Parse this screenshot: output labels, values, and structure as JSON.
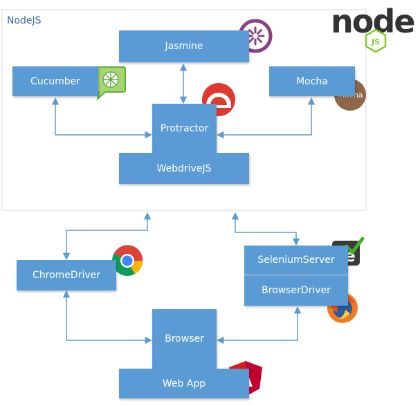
{
  "container": {
    "label": "NodeJS"
  },
  "nodes": {
    "jasmine": "Jasmine",
    "cucumber": "Cucumber",
    "mocha": "Mocha",
    "protractor": "Protractor",
    "webdrivejs": "WebdriveJS",
    "chromedriver": "ChromeDriver",
    "selenium_server": "SeleniumServer",
    "browser_driver": "BrowserDriver",
    "browser": "Browser",
    "web_app": "Web App"
  },
  "logos": {
    "node_wordmark": "node",
    "node_badge": "JS",
    "mocha": "mocha",
    "selenium": "Se",
    "angular": "A"
  },
  "colors": {
    "box": "#5b9bd5",
    "arrow": "#5b9bd5",
    "container_border": "#d9d9d9",
    "node_dark": "#333333",
    "node_green": "#83cd29",
    "jasmine": "#8a4182",
    "cucumber": "#5db03f",
    "protractor": "#e2372f",
    "mocha": "#8d6748",
    "selenium_green": "#43b02a",
    "angular": "#dd1b16"
  }
}
